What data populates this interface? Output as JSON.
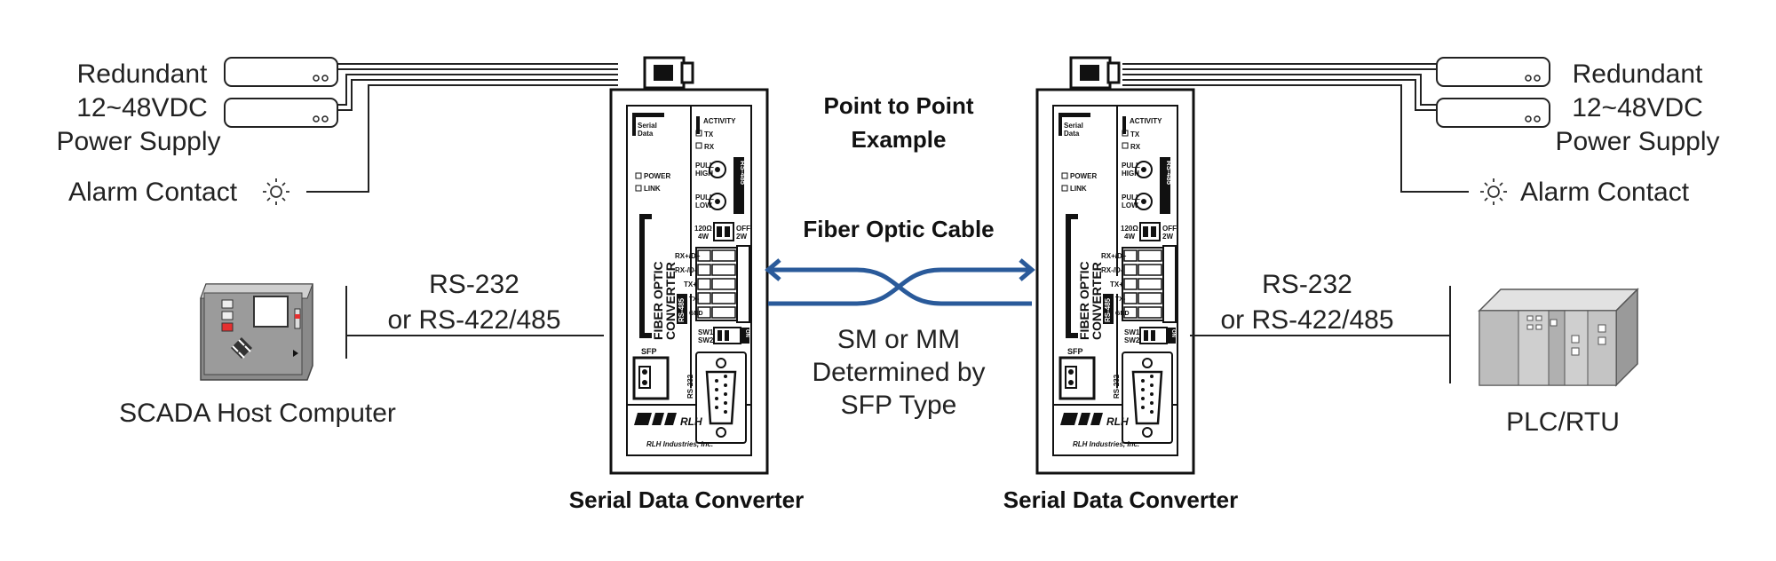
{
  "title": {
    "line1": "Point to Point",
    "line2": "Example"
  },
  "cable": {
    "label": "Fiber Optic Cable",
    "note_line1": "SM or MM",
    "note_line2": "Determined by",
    "note_line3": "SFP Type",
    "color": "#2a5a9a"
  },
  "left": {
    "power_line1": "Redundant",
    "power_line2": "12~48VDC",
    "power_line3": "Power Supply",
    "alarm": "Alarm Contact",
    "link_line1": "RS-232",
    "link_line2": "or RS-422/485",
    "device": "SCADA Host Computer",
    "converter": "Serial Data Converter"
  },
  "right": {
    "power_line1": "Redundant",
    "power_line2": "12~48VDC",
    "power_line3": "Power Supply",
    "alarm": "Alarm Contact",
    "link_line1": "RS-232",
    "link_line2": "or RS-422/485",
    "device": "PLC/RTU",
    "converter": "Serial Data Converter"
  },
  "unit": {
    "serial": "Serial",
    "data": "Data",
    "activity": "ACTIVITY",
    "tx": "TX",
    "rx": "RX",
    "power": "POWER",
    "link": "LINK",
    "pull_high_1": "PULL",
    "pull_high_2": "HIGH",
    "pull_low_1": "PULL",
    "pull_low_2": "LOW",
    "ohm": "120Ω",
    "fourw": "4W",
    "off": "OFF",
    "twow": "2W",
    "rs485": "RS-485",
    "rs485b": "RS-485",
    "rs232": "RS-232",
    "vertical_1": "FIBER OPTIC",
    "vertical_2": "CONVERTER",
    "pin1": "RX+/D+",
    "pin2": "RX-/D-",
    "pin3": "TX+",
    "pin4": "TX-",
    "pin5": "GND",
    "sw1": "SW1",
    "sw2": "SW2",
    "sfp": "SFP",
    "logo": "RLH",
    "company": "RLH Industries, Inc.",
    "dip": "ON"
  }
}
